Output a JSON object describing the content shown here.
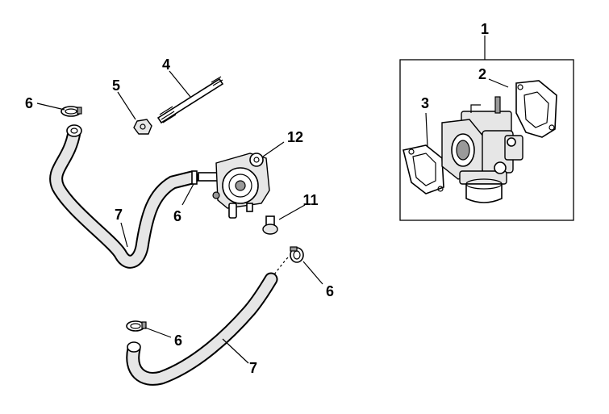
{
  "callouts": {
    "c1": "1",
    "c2": "2",
    "c3": "3",
    "c4": "4",
    "c5": "5",
    "c6a": "6",
    "c6b": "6",
    "c6c": "6",
    "c6d": "6",
    "c7a": "7",
    "c7b": "7",
    "c11": "11",
    "c12": "12"
  },
  "colors": {
    "line": "#000000",
    "background": "#ffffff",
    "part_fill": "#e6e6e6",
    "part_dark": "#9a9a9a"
  },
  "icons": {
    "carburetor": "carburetor-icon",
    "fuel_pump": "fuel-pump-icon",
    "gasket": "gasket-icon",
    "hose": "fuel-hose-icon",
    "clamp": "hose-clamp-icon",
    "stud": "stud-icon",
    "nut": "nut-icon",
    "screw": "screw-icon"
  }
}
